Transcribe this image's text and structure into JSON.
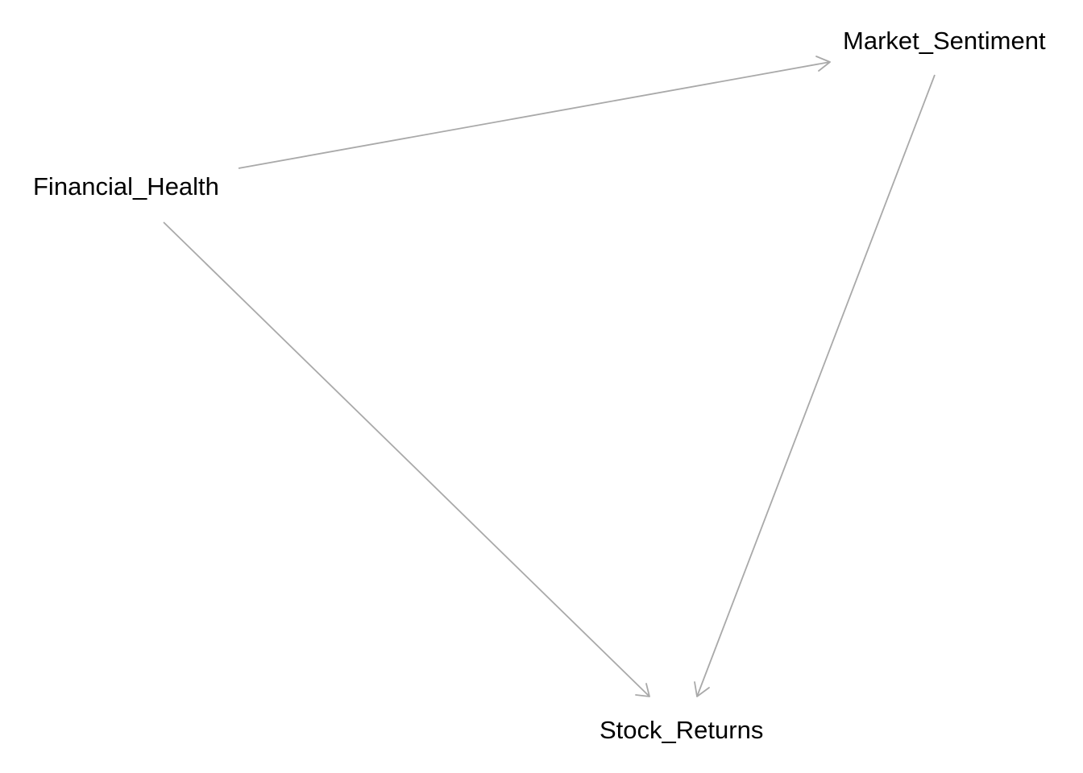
{
  "nodes": [
    {
      "id": "financial_health",
      "label": "Financial_Health"
    },
    {
      "id": "market_sentiment",
      "label": "Market_Sentiment"
    },
    {
      "id": "stock_returns",
      "label": "Stock_Returns"
    }
  ],
  "edges": [
    {
      "from": "financial_health",
      "to": "market_sentiment"
    },
    {
      "from": "financial_health",
      "to": "stock_returns"
    },
    {
      "from": "market_sentiment",
      "to": "stock_returns"
    }
  ],
  "colors": {
    "background": "#ffffff",
    "edge": "#a9a9a9",
    "text": "#000000"
  }
}
